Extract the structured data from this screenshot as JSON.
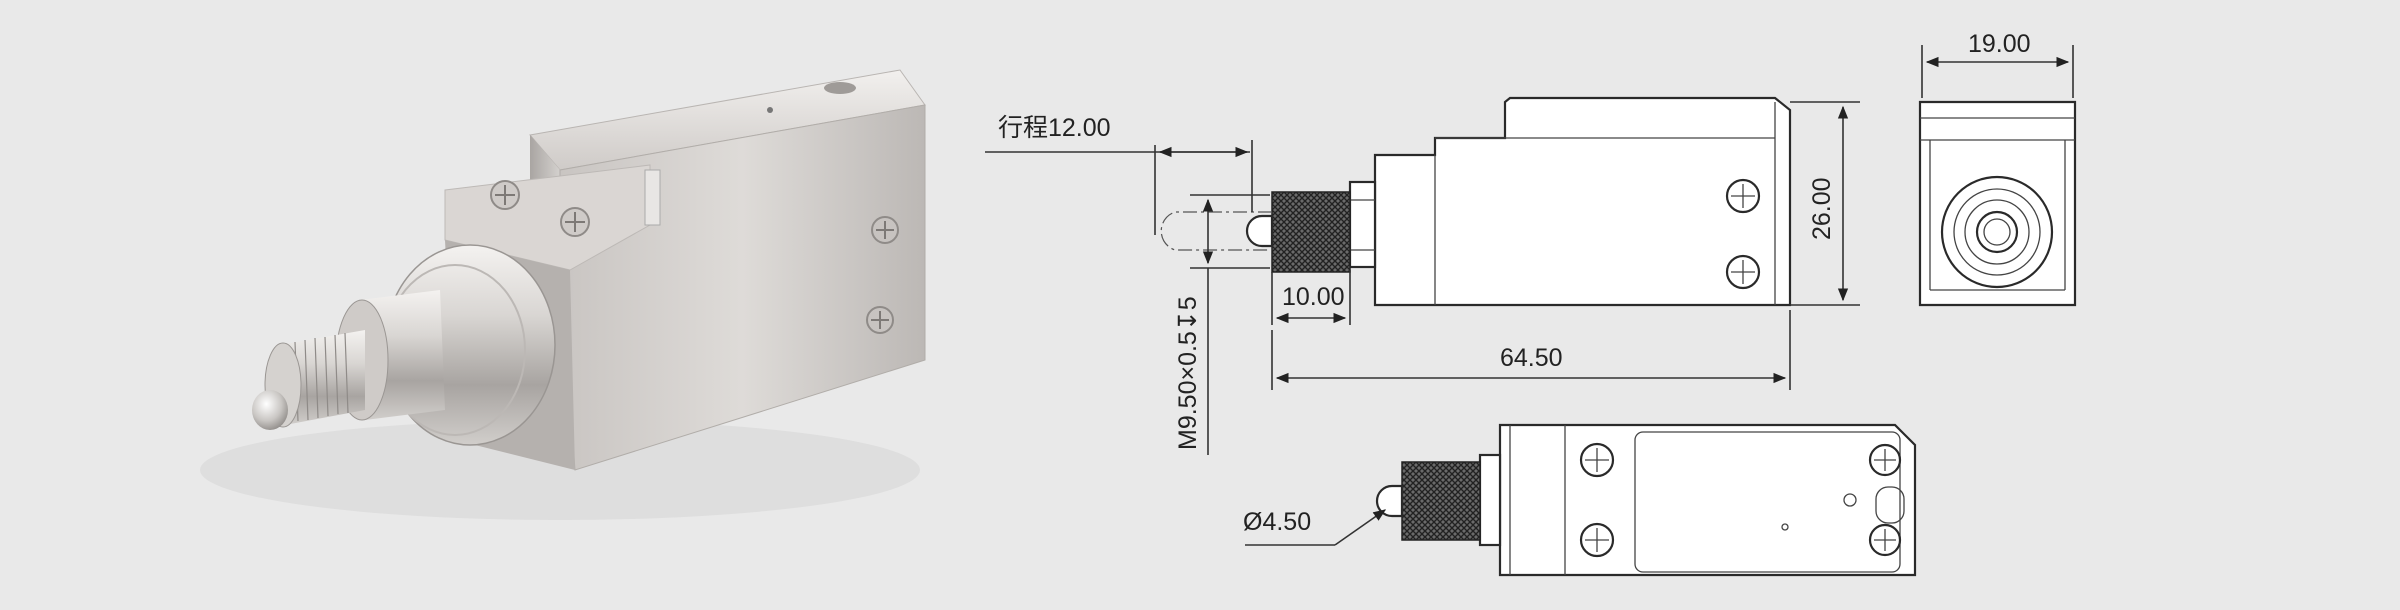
{
  "dimensions": {
    "stroke": "行程12.00",
    "thread": "M9.50×0.5",
    "thread_depth_symbol": "↧5",
    "thread_length": "10.00",
    "total_length": "64.50",
    "height": "26.00",
    "width": "19.00",
    "tip_diameter": "Ø4.50"
  },
  "colors": {
    "background": "#e9e9e9",
    "metal_light": "#e6e3e0",
    "metal_dark": "#9c9894",
    "line": "#2a2a2a"
  }
}
